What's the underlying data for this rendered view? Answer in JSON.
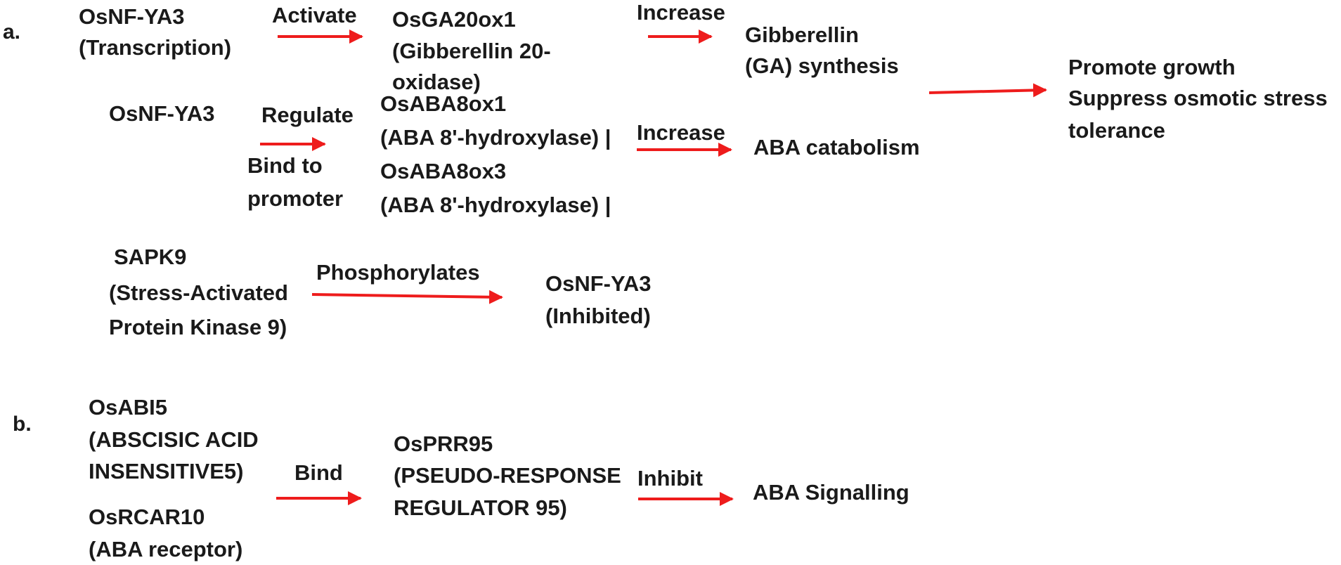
{
  "colors": {
    "arrow": "#ee1c1c",
    "text": "#1a1a1a",
    "background": "#ffffff"
  },
  "panel_a": {
    "label": "a.",
    "nfya3_transcription": {
      "line1": "OsNF-YA3",
      "line2": "(Transcription)"
    },
    "edge_activate": "Activate",
    "ga20ox1": {
      "line1": "OsGA20ox1",
      "line2": "(Gibberellin 20-",
      "line3": "oxidase)"
    },
    "edge_increase_1": "Increase",
    "ga_synthesis": {
      "line1": "Gibberellin",
      "line2": "(GA) synthesis"
    },
    "outcome": {
      "line1": "Promote growth",
      "line2": "Suppress osmotic stress",
      "line3": "tolerance"
    },
    "nfya3_regulate": "OsNF-YA3",
    "edge_regulate": "Regulate",
    "edge_bind_promoter": {
      "line1": "Bind to",
      "line2": "promoter"
    },
    "aba8ox": {
      "line1": "OsABA8ox1",
      "line2": "(ABA 8'-hydroxylase) |",
      "line3": "OsABA8ox3",
      "line4": "(ABA 8'-hydroxylase) |"
    },
    "edge_increase_2": "Increase",
    "aba_catabolism": "ABA catabolism",
    "sapk9": {
      "line1": "SAPK9",
      "line2": "(Stress-Activated",
      "line3": "Protein Kinase 9)"
    },
    "edge_phosphorylates": "Phosphorylates",
    "nfya3_inhibited": {
      "line1": "OsNF-YA3",
      "line2": "(Inhibited)"
    }
  },
  "panel_b": {
    "label": "b.",
    "abi5": {
      "line1": "OsABI5",
      "line2": "(ABSCISIC ACID",
      "line3": "INSENSITIVE5)"
    },
    "rcar10": {
      "line1": "OsRCAR10",
      "line2": "(ABA receptor)"
    },
    "edge_bind": "Bind",
    "prr95": {
      "line1": "OsPRR95",
      "line2": "(PSEUDO-RESPONSE",
      "line3": "REGULATOR 95)"
    },
    "edge_inhibit": "Inhibit",
    "aba_signalling": "ABA Signalling"
  }
}
